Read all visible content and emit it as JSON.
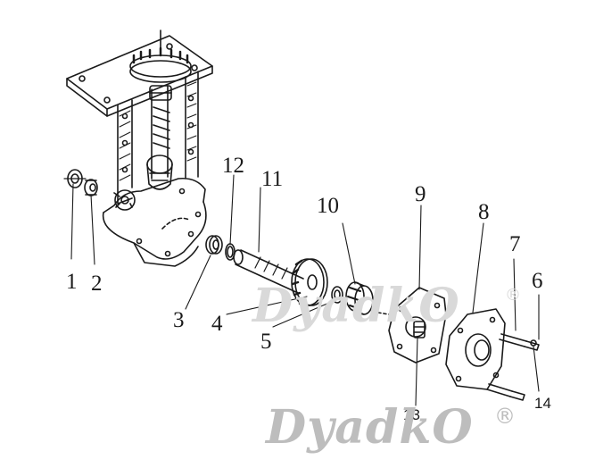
{
  "callouts": {
    "c1": "1",
    "c2": "2",
    "c3": "3",
    "c4": "4",
    "c5": "5",
    "c6": "6",
    "c7": "7",
    "c8": "8",
    "c9": "9",
    "c10": "10",
    "c11": "11",
    "c12": "12",
    "c13": "13",
    "c14": "14"
  },
  "watermark": {
    "brand": "DyadkO",
    "registered": "®"
  },
  "colors": {
    "ink": "#1a1a1a",
    "watermark_light": "#d9d9d9",
    "watermark_dark": "#bdbdbd"
  }
}
